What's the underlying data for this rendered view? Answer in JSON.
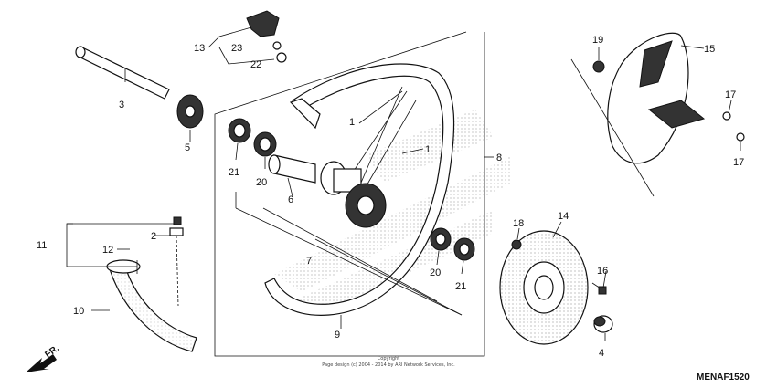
{
  "diagram": {
    "code": "MENAF1520",
    "direction_label": "FR.",
    "copyright_line1": "Copyright",
    "copyright_line2": "Page design (c) 2004 - 2014 by ARI Network Services, Inc.",
    "callouts": [
      "1",
      "1",
      "2",
      "3",
      "4",
      "5",
      "6",
      "7",
      "8",
      "9",
      "10",
      "11",
      "12",
      "13",
      "14",
      "15",
      "16",
      "17",
      "17",
      "18",
      "19",
      "20",
      "20",
      "21",
      "21",
      "22",
      "23"
    ]
  }
}
